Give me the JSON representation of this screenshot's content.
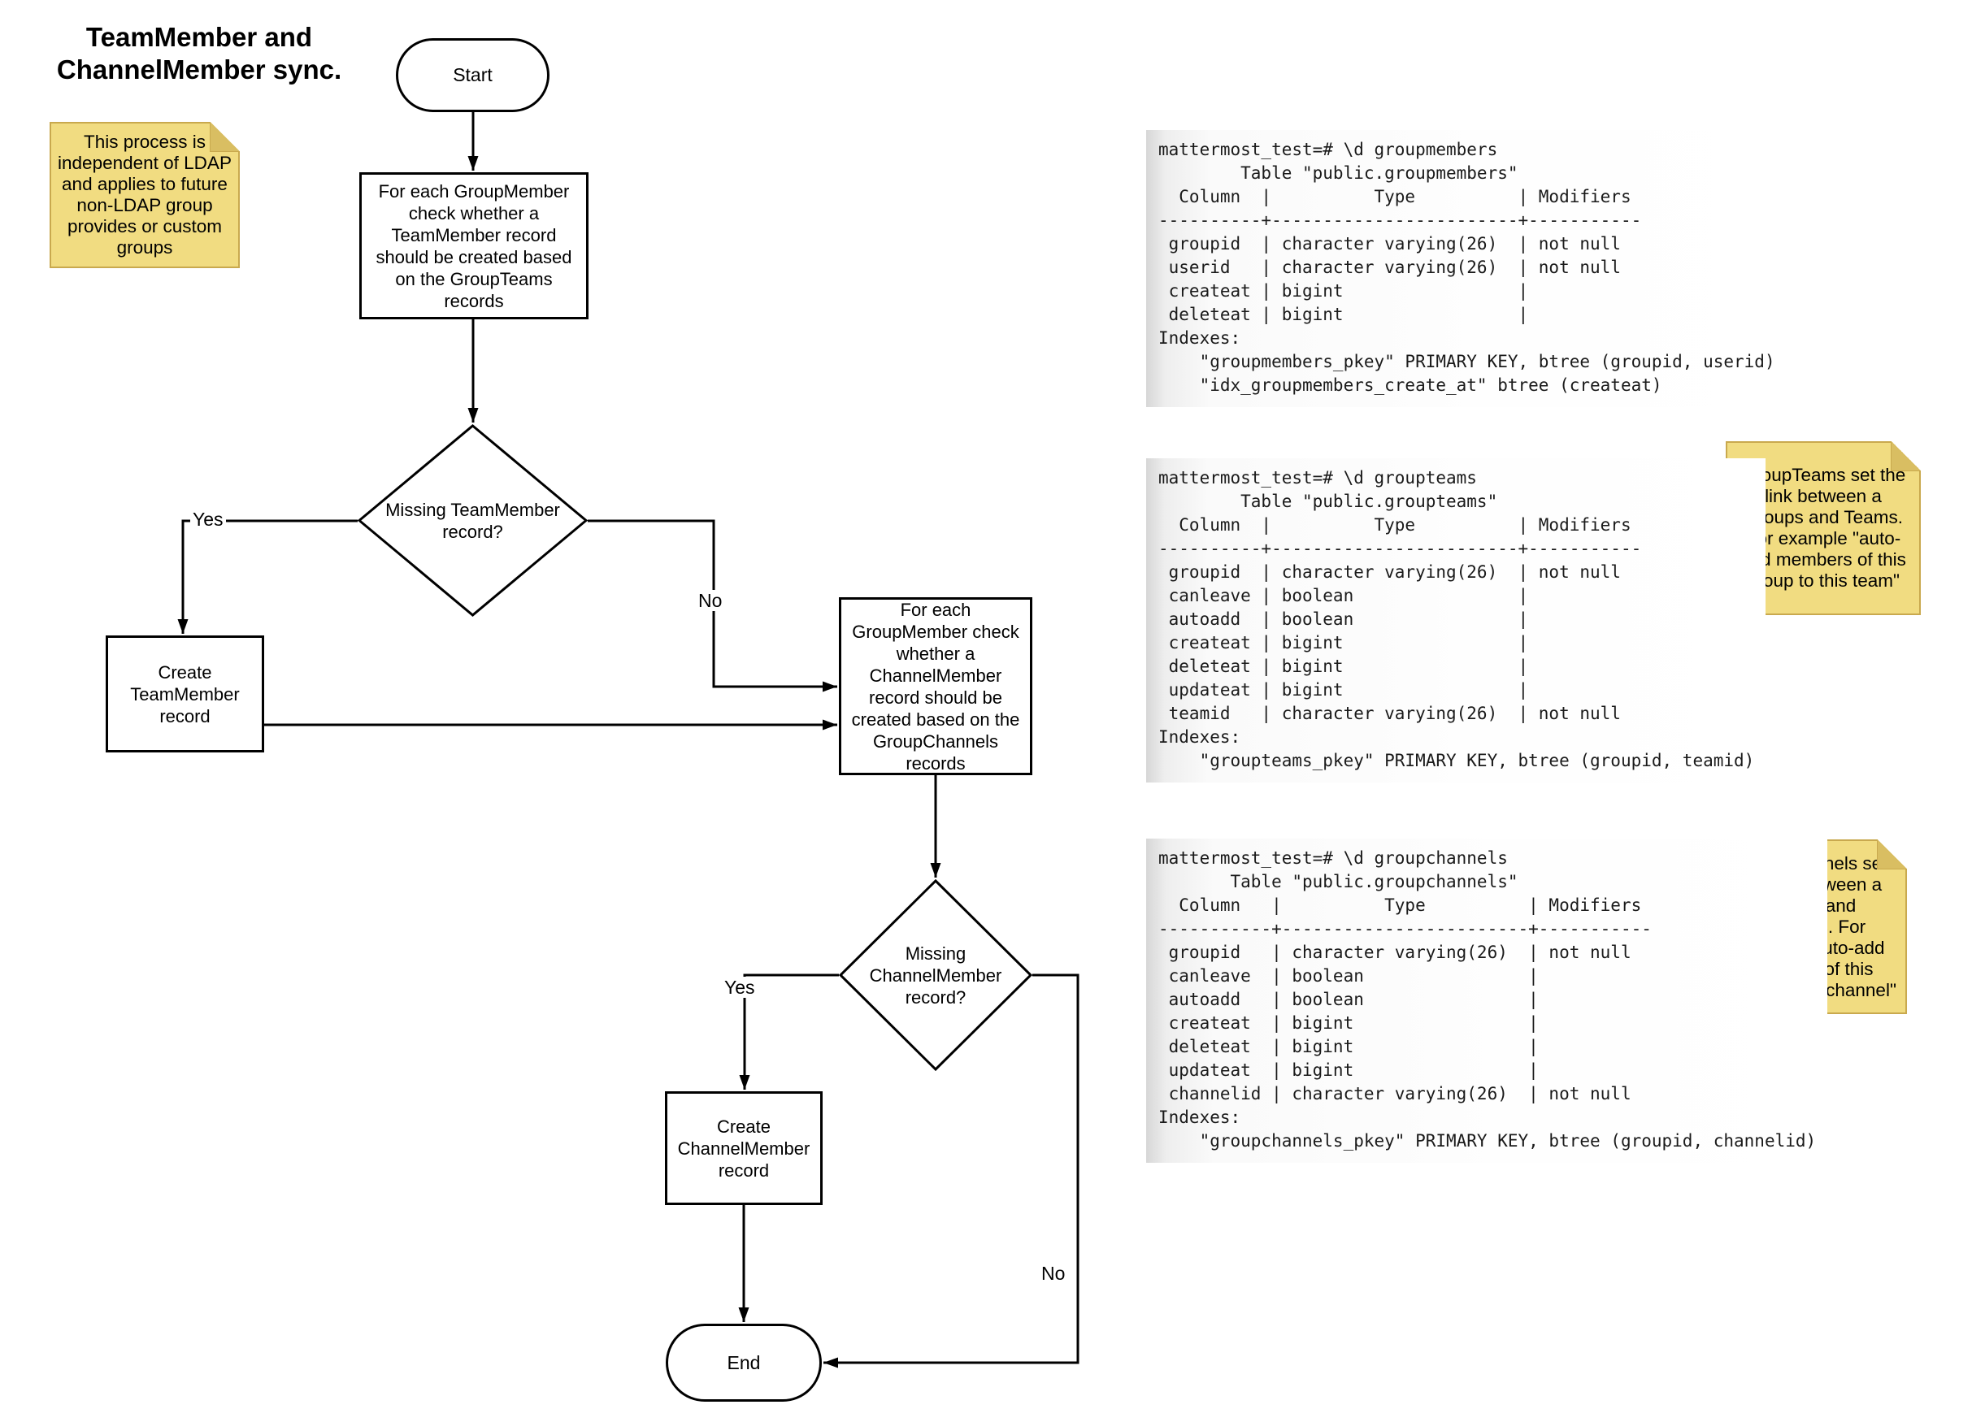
{
  "title": "TeamMember and\nChannelMember sync.",
  "notes": {
    "ldap": "This process is independent of LDAP and applies to future non-LDAP group provides or custom groups",
    "groupteams": "GroupTeams set the link between a Groups and Teams. For example \"auto-add members of this group to this team\"",
    "groupchannels": "GroupChannels set the link between a Groups and Channels. For example \"auto-add members of this group to this channel\""
  },
  "flowchart": {
    "start": "Start",
    "step_teammember": "For each GroupMember check whether a TeamMember record should be created based on the GroupTeams records",
    "decision_teammember": "Missing TeamMember record?",
    "create_teammember": "Create TeamMember record",
    "step_channelmember": "For each GroupMember check whether a ChannelMember record should be created based on the GroupChannels records",
    "decision_channelmember": "Missing ChannelMember record?",
    "create_channelmember": "Create ChannelMember record",
    "end": "End",
    "labels": {
      "yes1": "Yes",
      "no1": "No",
      "yes2": "Yes",
      "no2": "No"
    }
  },
  "code_blocks": [
    {
      "id": "groupmembers",
      "text": "mattermost_test=# \\d groupmembers\n        Table \"public.groupmembers\"\n  Column  |          Type          | Modifiers\n----------+------------------------+-----------\n groupid  | character varying(26)  | not null\n userid   | character varying(26)  | not null\n createat | bigint                 |\n deleteat | bigint                 |\nIndexes:\n    \"groupmembers_pkey\" PRIMARY KEY, btree (groupid, userid)\n    \"idx_groupmembers_create_at\" btree (createat)"
    },
    {
      "id": "groupteams",
      "text": "mattermost_test=# \\d groupteams\n        Table \"public.groupteams\"\n  Column  |          Type          | Modifiers\n----------+------------------------+-----------\n groupid  | character varying(26)  | not null\n canleave | boolean                |\n autoadd  | boolean                |\n createat | bigint                 |\n deleteat | bigint                 |\n updateat | bigint                 |\n teamid   | character varying(26)  | not null\nIndexes:\n    \"groupteams_pkey\" PRIMARY KEY, btree (groupid, teamid)"
    },
    {
      "id": "groupchannels",
      "text": "mattermost_test=# \\d groupchannels\n       Table \"public.groupchannels\"\n  Column   |          Type          | Modifiers\n-----------+------------------------+-----------\n groupid   | character varying(26)  | not null\n canleave  | boolean                |\n autoadd   | boolean                |\n createat  | bigint                 |\n deleteat  | bigint                 |\n updateat  | bigint                 |\n channelid | character varying(26)  | not null\nIndexes:\n    \"groupchannels_pkey\" PRIMARY KEY, btree (groupid, channelid)"
    }
  ],
  "colors": {
    "note_fill": "#F1DC81",
    "note_border": "#C9A94E",
    "note_fold": "#D9BE62",
    "stroke": "#000000"
  }
}
